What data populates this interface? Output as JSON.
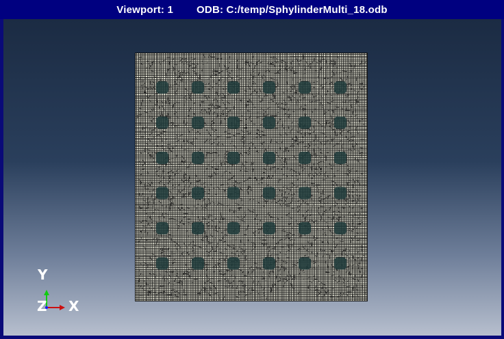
{
  "title": {
    "viewport_label": "Viewport: 1",
    "odb_label": "ODB: C:/temp/SphylinderMulti_18.odb"
  },
  "triad": {
    "y_label": "Y",
    "z_label": "Z",
    "x_label": "X",
    "colors": {
      "x": "#cc1010",
      "y": "#10cc10",
      "z": "#1a1aff"
    }
  },
  "mesh": {
    "grid_rows": 6,
    "grid_cols": 6,
    "background_color": "#e8e8d8",
    "element_color": "#1a1a1a",
    "inclusion_color": "#1f3b3b"
  }
}
